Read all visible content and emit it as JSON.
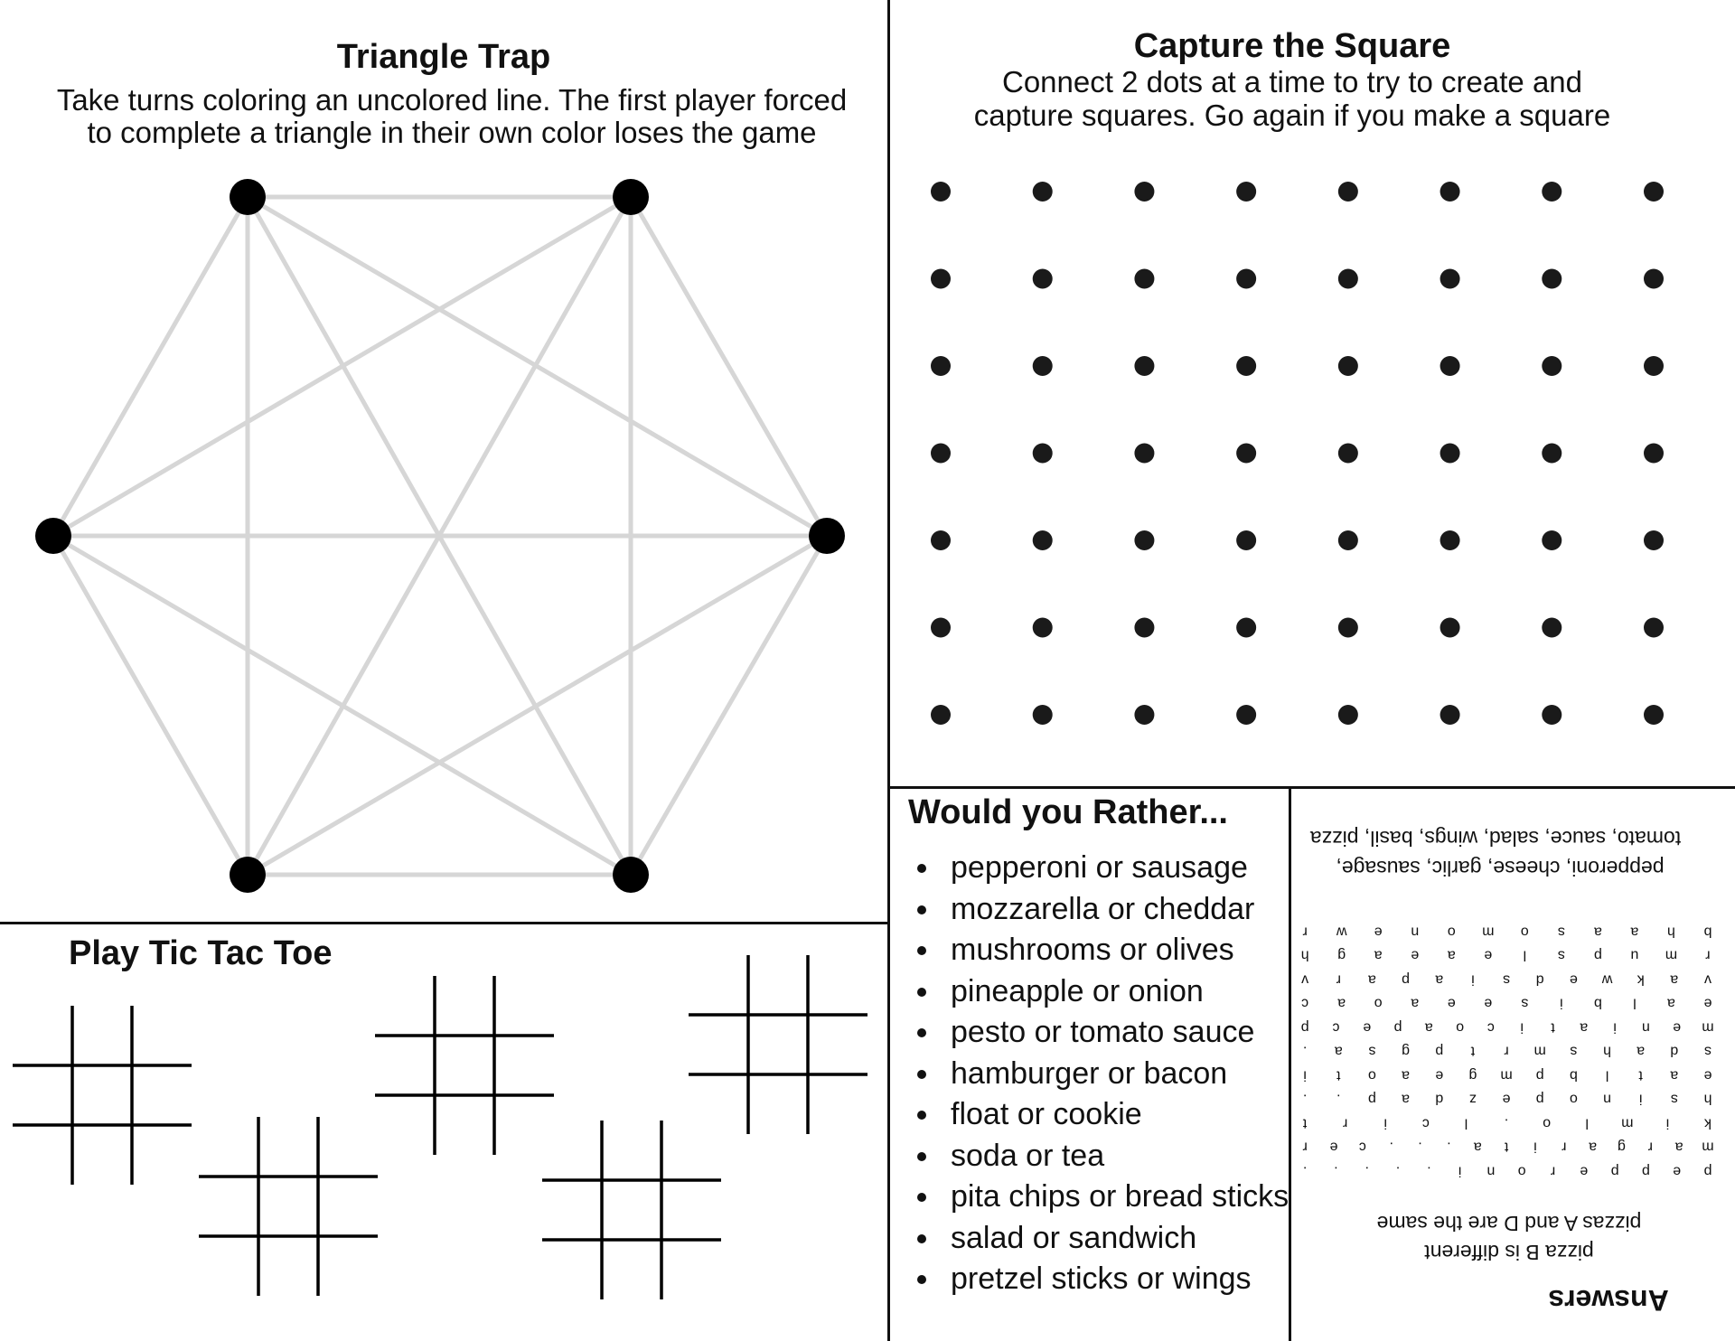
{
  "triangle_trap": {
    "title": "Triangle Trap",
    "instructions_1": "Take turns coloring an uncolored line. The first player forced",
    "instructions_2": "to complete a triangle in their own color loses the game"
  },
  "capture_square": {
    "title": "Capture the Square",
    "instructions_1": "Connect 2 dots at a time to try to create and",
    "instructions_2": "capture squares. Go again if you make a square",
    "rows": 7,
    "cols": 8
  },
  "tic_tac_toe": {
    "title": "Play Tic Tac Toe",
    "board_count": 5
  },
  "would_you_rather": {
    "title": "Would you Rather...",
    "items": [
      "pepperoni or sausage",
      "mozzarella or cheddar",
      "mushrooms or olives",
      "pineapple or onion",
      "pesto or tomato sauce",
      "hamburger or bacon",
      "float or cookie",
      "soda or tea",
      "pita chips or bread sticks",
      "salad or sandwich",
      "pretzel sticks or wings"
    ]
  },
  "answers": {
    "title": "Answers",
    "line_1": "pizza B is different",
    "line_2": "pizzas A and D are the same",
    "words_1": "pepperoni, cheese, garlic, sausage,",
    "words_2": "tomato, sauce, salad, wings, basil, pizza",
    "word_search": [
      "pepperoni.....",
      "margarita...cer",
      "kimlo.lcirt",
      "hsinopezdap..",
      "eatlbpmgeaoti",
      "sdahsmrtpgsa.",
      "meniaticoapecp",
      "ealbiseeaoac",
      "vakwedsiaparv",
      "rmupsleaeagh",
      "bhaasomonewr"
    ]
  }
}
